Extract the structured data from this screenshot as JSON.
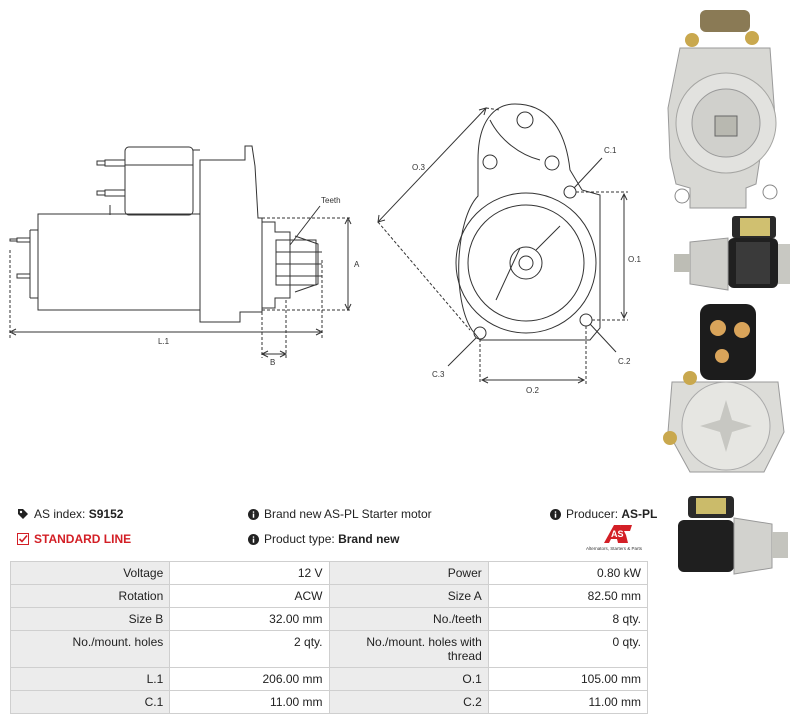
{
  "diagram": {
    "labels": {
      "teeth": "Teeth",
      "a": "A",
      "l1": "L.1",
      "b": "B",
      "o3": "O.3",
      "c1": "C.1",
      "o1": "O.1",
      "c2": "C.2",
      "c3": "C.3",
      "o2": "O.2"
    }
  },
  "info": {
    "as_index_label": "AS index:",
    "as_index_value": "S9152",
    "title": "Brand new AS-PL Starter motor",
    "producer_label": "Producer:",
    "producer_value": "AS-PL",
    "line": "STANDARD LINE",
    "product_type_label": "Product type:",
    "product_type_value": "Brand new",
    "logo_text": "AS",
    "logo_tagline": "Alternators, Starters & Parts"
  },
  "specs": [
    [
      "Voltage",
      "12 V",
      "Power",
      "0.80 kW"
    ],
    [
      "Rotation",
      "ACW",
      "Size A",
      "82.50 mm"
    ],
    [
      "Size B",
      "32.00 mm",
      "No./teeth",
      "8 qty."
    ],
    [
      "No./mount. holes",
      "2 qty.",
      "No./mount. holes with thread",
      "0 qty."
    ],
    [
      "L.1",
      "206.00 mm",
      "O.1",
      "105.00 mm"
    ],
    [
      "C.1",
      "11.00 mm",
      "C.2",
      "11.00 mm"
    ]
  ],
  "colors": {
    "accent": "#d31f26",
    "line": "#333333",
    "header_bg": "#ececec"
  }
}
